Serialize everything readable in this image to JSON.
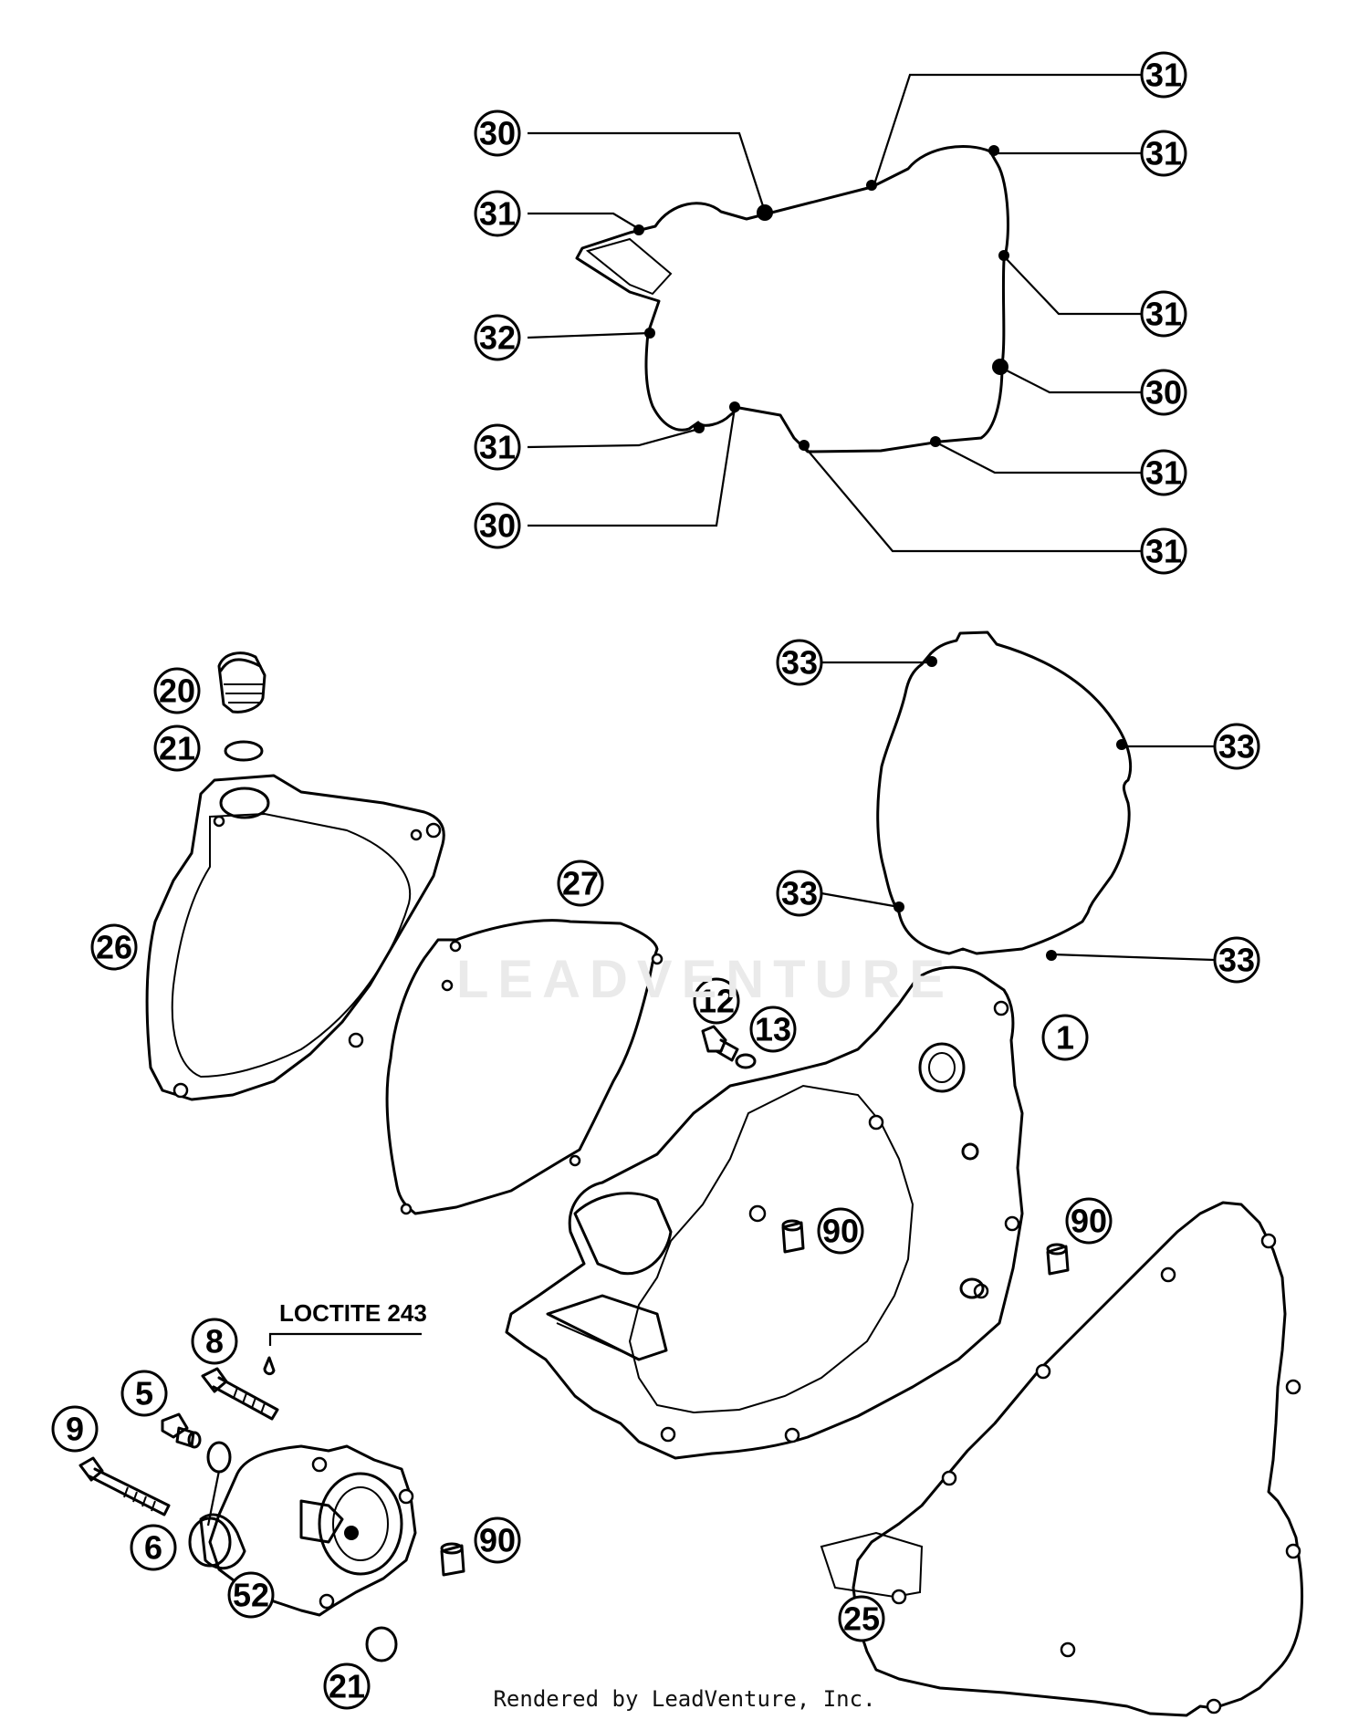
{
  "diagram": {
    "annotation": "LOCTITE 243",
    "footer": "Rendered by LeadVenture, Inc.",
    "watermark": "LEADVENTURE",
    "callouts": [
      {
        "id": "c31a",
        "label": "31"
      },
      {
        "id": "c31b",
        "label": "31"
      },
      {
        "id": "c30a",
        "label": "30"
      },
      {
        "id": "c31c",
        "label": "31"
      },
      {
        "id": "c31d",
        "label": "31"
      },
      {
        "id": "c32",
        "label": "32"
      },
      {
        "id": "c30b",
        "label": "30"
      },
      {
        "id": "c31e",
        "label": "31"
      },
      {
        "id": "c31f",
        "label": "31"
      },
      {
        "id": "c30c",
        "label": "30"
      },
      {
        "id": "c31g",
        "label": "31"
      },
      {
        "id": "c33a",
        "label": "33"
      },
      {
        "id": "c33b",
        "label": "33"
      },
      {
        "id": "c33c",
        "label": "33"
      },
      {
        "id": "c33d",
        "label": "33"
      },
      {
        "id": "c20",
        "label": "20"
      },
      {
        "id": "c21a",
        "label": "21"
      },
      {
        "id": "c26",
        "label": "26"
      },
      {
        "id": "c27",
        "label": "27"
      },
      {
        "id": "c12",
        "label": "12"
      },
      {
        "id": "c13",
        "label": "13"
      },
      {
        "id": "c1",
        "label": "1"
      },
      {
        "id": "c90a",
        "label": "90"
      },
      {
        "id": "c90b",
        "label": "90"
      },
      {
        "id": "c8",
        "label": "8"
      },
      {
        "id": "c5",
        "label": "5"
      },
      {
        "id": "c9",
        "label": "9"
      },
      {
        "id": "c6",
        "label": "6"
      },
      {
        "id": "c90c",
        "label": "90"
      },
      {
        "id": "c52",
        "label": "52"
      },
      {
        "id": "c21b",
        "label": "21"
      },
      {
        "id": "c25",
        "label": "25"
      }
    ]
  }
}
